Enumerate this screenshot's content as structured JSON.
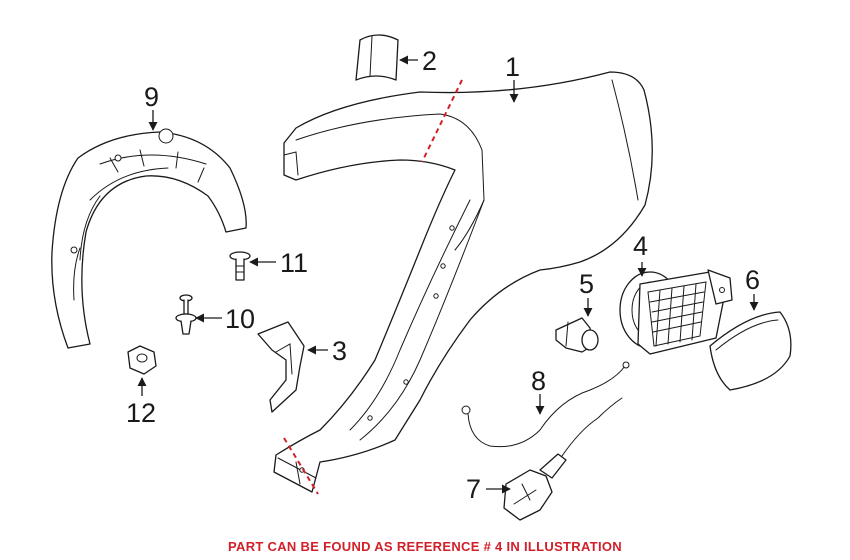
{
  "callouts": [
    "1",
    "2",
    "3",
    "4",
    "5",
    "6",
    "7",
    "8",
    "9",
    "10",
    "11",
    "12"
  ],
  "footer": {
    "note": "PART CAN BE FOUND AS REFERENCE # 4 IN ILLUSTRATION",
    "color": "#d2202a"
  },
  "colors": {
    "line": "#1a1a1a",
    "cut_line": "#d2202a",
    "background": "#ffffff"
  }
}
